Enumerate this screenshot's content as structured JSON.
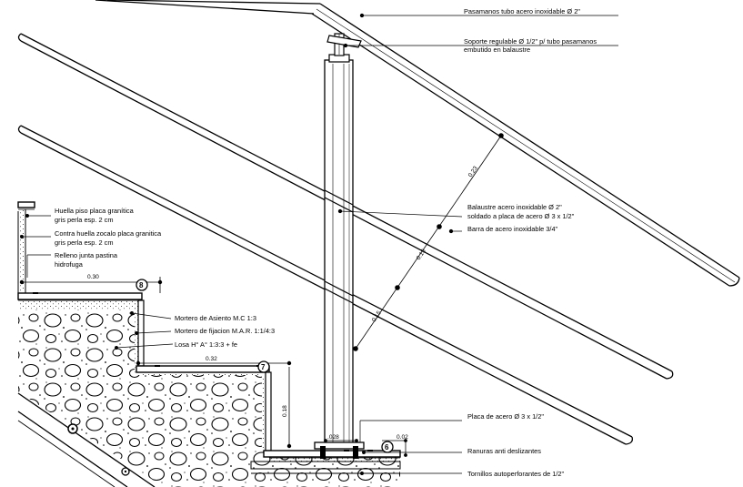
{
  "labels": {
    "handrail": "Pasamanos tubo acero inoxidable Ø 2\"",
    "support_line1": "Soporte regulable Ø 1/2\" p/ tubo pasamanos",
    "support_line2": "embutido en balaustre",
    "baluster_line1": "Balaustre acero inoxidable Ø 2\"",
    "baluster_line2": "soldado a placa de acero Ø 3 x 1/2\"",
    "bar": "Barra de acero inoxidable 3/4\"",
    "tread_line1": "Huella piso placa granítica",
    "tread_line2": "gris perla esp. 2 cm",
    "riser_line1": "Contra huella zocalo placa granitica",
    "riser_line2": "gris perla esp. 2 cm",
    "joint_line1": "Relleno junta pastina",
    "joint_line2": "hidrofuga",
    "mortar_seat": "Mortero de Asiento M.C 1:3",
    "mortar_fix": "Mortero de fijacion M.A.R. 1:1/4:3",
    "slab": "Losa H° A° 1:3:3 + fe",
    "plate": "Placa de acero Ø 3 x 1/2\"",
    "grooves": "Ranuras anti deslizantes",
    "screws": "Tornillos autoperforantes de 1/2\""
  },
  "dimensions": {
    "d_023": "0.23",
    "d_015_a": "0.15",
    "d_015_b": "0.15",
    "d_030": "0.30",
    "d_032": "0.32",
    "d_018": "0.18",
    "d_028": ".028",
    "d_002": "0.02"
  },
  "markers": {
    "m8": "8",
    "m7": "7",
    "m6": "6"
  }
}
